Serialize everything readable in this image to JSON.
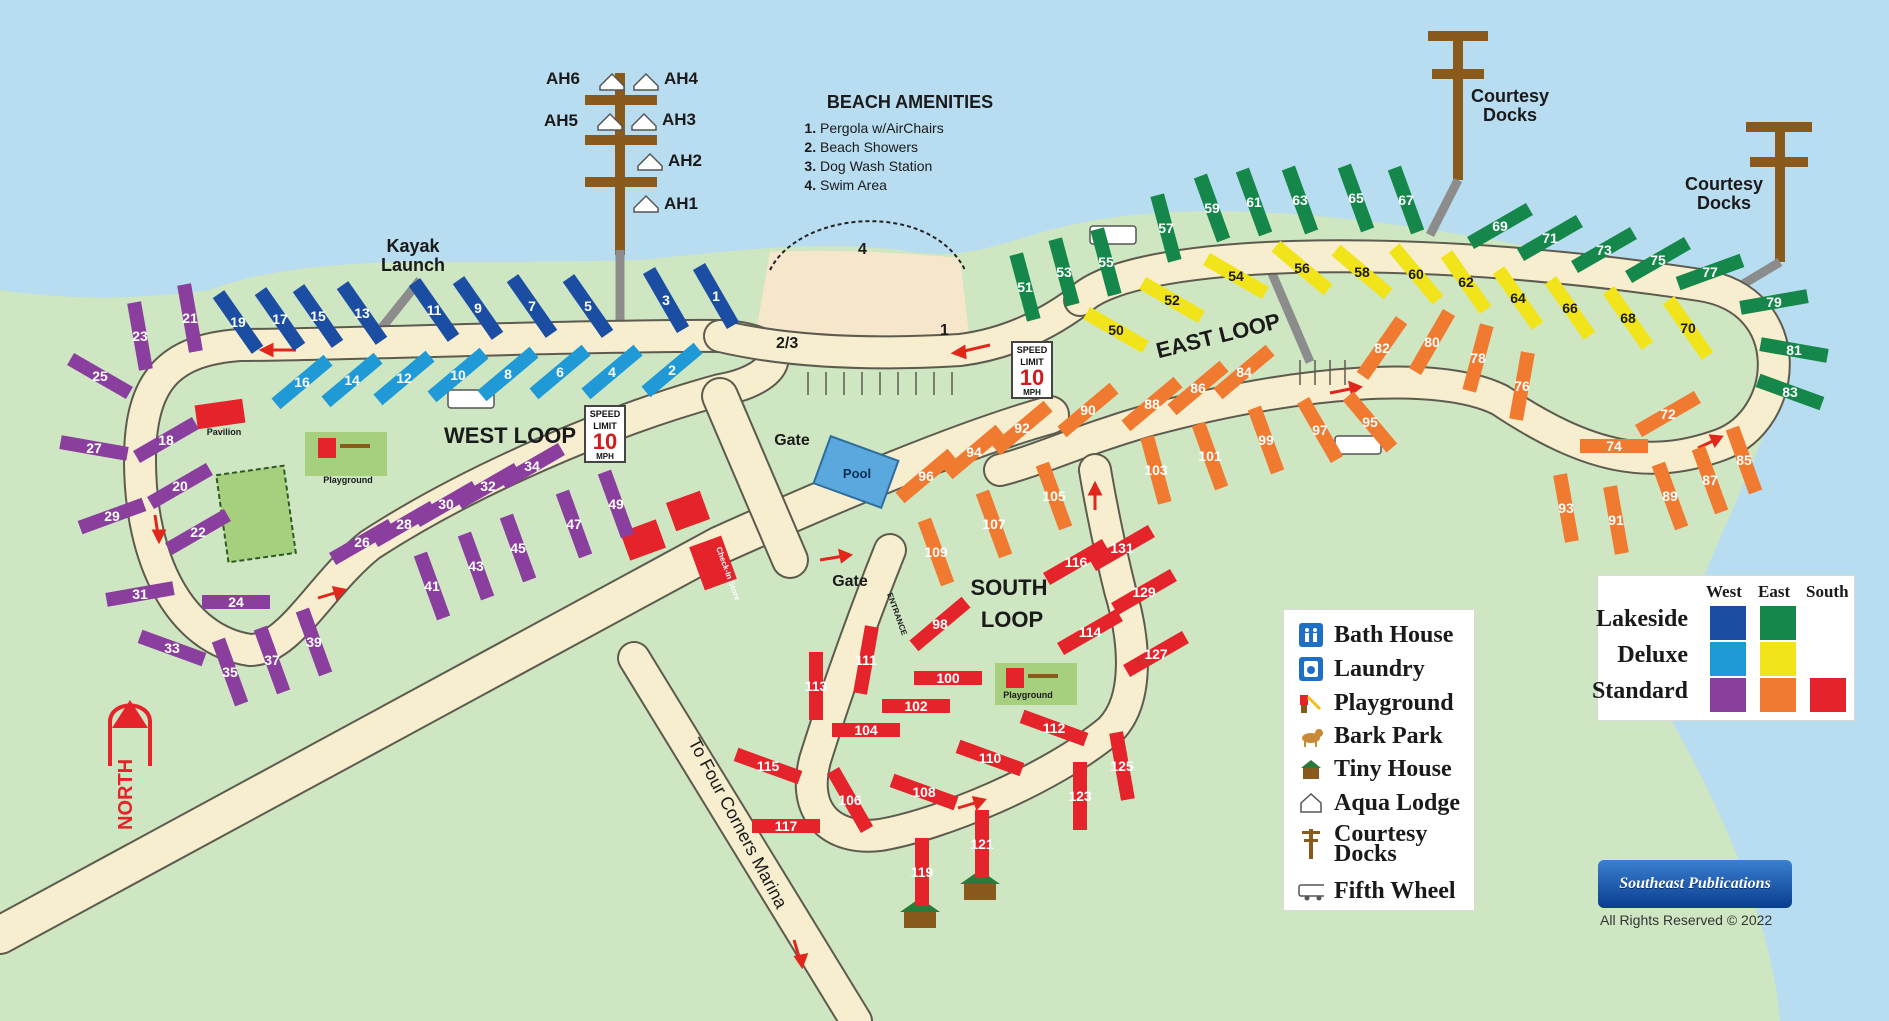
{
  "amenities": {
    "title": "BEACH AMENITIES",
    "items": [
      "Pergola w/AirChairs",
      "Beach Showers",
      "Dog Wash Station",
      "Swim Area"
    ]
  },
  "map_labels": {
    "kayak_launch_1": "Kayak",
    "kayak_launch_2": "Launch",
    "courtesy_docks_1": "Courtesy",
    "courtesy_docks_2": "Docks",
    "west_loop": "WEST LOOP",
    "east_loop": "EAST LOOP",
    "south_loop_1": "SOUTH",
    "south_loop_2": "LOOP",
    "pool": "Pool",
    "gate": "Gate",
    "entrance": "ENTRANCE",
    "pavilion": "Pavilion",
    "playground": "Playground",
    "check_in": "Check-In Store",
    "north": "NORTH",
    "road": "To Four Corners Marina",
    "beach_1": "1",
    "beach_23": "2/3",
    "beach_4": "4"
  },
  "speed_sign": {
    "top": "SPEED",
    "mid": "LIMIT",
    "value": "10",
    "unit": "MPH"
  },
  "aqua_lodges": [
    "AH6",
    "AH4",
    "AH5",
    "AH3",
    "AH2",
    "AH1"
  ],
  "legend": {
    "bath_house": "Bath House",
    "laundry": "Laundry",
    "playground": "Playground",
    "bark_park": "Bark Park",
    "tiny_house": "Tiny House",
    "aqua_lodge": "Aqua Lodge",
    "courtesy_docks_1": "Courtesy",
    "courtesy_docks_2": "Docks",
    "fifth_wheel": "Fifth Wheel"
  },
  "color_key": {
    "columns": [
      "West",
      "East",
      "South"
    ],
    "rows": [
      "Lakeside",
      "Deluxe",
      "Standard"
    ],
    "colors": {
      "west_lakeside": "#1b4ea3",
      "east_lakeside": "#15874a",
      "west_deluxe": "#1f9ad6",
      "east_deluxe": "#f2e41a",
      "west_standard": "#8a3e9e",
      "east_standard": "#f07a30",
      "south_standard": "#e4232b"
    }
  },
  "publisher": "Southeast Publications",
  "rights": "All Rights Reserved © 2022",
  "colors": {
    "water": "#b8dcf0",
    "land": "#cfe6c3",
    "road": "#f7eed0",
    "road_edge": "#5d5a4e",
    "dock": "#8a5a1c",
    "beach": "#f6e6cc",
    "arrow": "#e1261c"
  }
}
